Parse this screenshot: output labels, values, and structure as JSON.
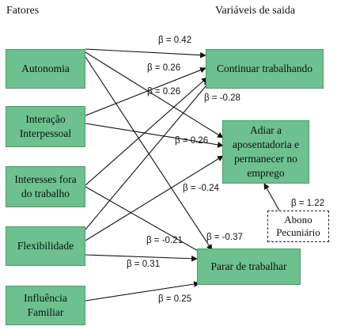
{
  "headers": {
    "left": "Fatores",
    "right": "Variáveis de saida"
  },
  "factors": [
    {
      "label": "Autonomia"
    },
    {
      "label": "Interação\nInterpessoal"
    },
    {
      "label": "Interesses fora\ndo trabalho"
    },
    {
      "label": "Flexibilidade"
    },
    {
      "label": "Influência\nFamiliar"
    }
  ],
  "outcomes": [
    {
      "label": "Continuar trabalhando"
    },
    {
      "label": "Adiar a\naposentadoria e\npermanecer no\nemprego"
    },
    {
      "label": "Parar de trabalhar"
    }
  ],
  "moderator": {
    "label": "Abono\nPecuniário"
  },
  "betas": [
    "β = 0.42",
    "β = 0.26",
    "β = 0.26",
    "β = -0.28",
    "β = 0.26",
    "β = -0.24",
    "β = -0.21",
    "β = -0.37",
    "β = 0.31",
    "β = 0.25",
    "β = 1.22"
  ]
}
